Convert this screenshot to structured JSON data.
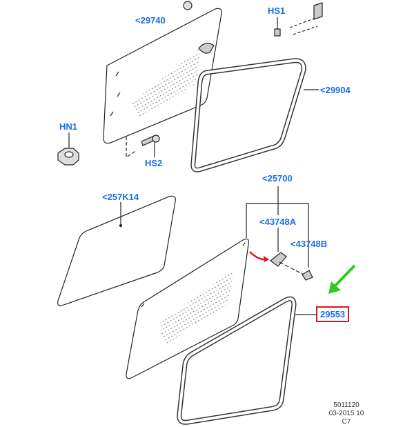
{
  "callouts": {
    "c29740": "<29740",
    "hs1": "HS1",
    "c29904": "<29904",
    "hn1": "HN1",
    "hs2": "HS2",
    "c25700": "<25700",
    "c257k14": "<257K14",
    "c43748a": "<43748A",
    "c43748b": "<43748B",
    "c29553": "29553"
  },
  "footer": {
    "line1": "5011120",
    "line2": "03-2015 10",
    "line3": "C7"
  },
  "colors": {
    "callout": "#1a6cf0",
    "highlight_box": "#e0141c",
    "arrow_green": "#2ecc1a",
    "arrow_red": "#e0141c"
  }
}
